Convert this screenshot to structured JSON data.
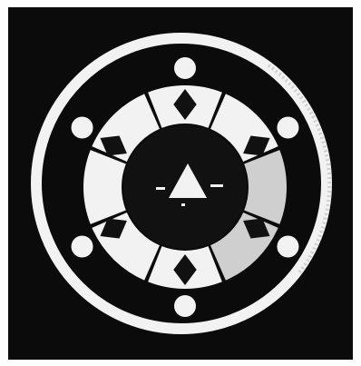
{
  "figure": {
    "subject": "geometric-emblem",
    "colors": {
      "paper": "#fdfdfd",
      "panel": "#0b0b0b",
      "light": "#f2f2f2",
      "shade": "#cfcfcf",
      "dark": "#111111"
    },
    "outer_circle_count": 6,
    "ring_segment_count": 8,
    "diamond_count": 6,
    "center_symbol": "triangle-up"
  }
}
